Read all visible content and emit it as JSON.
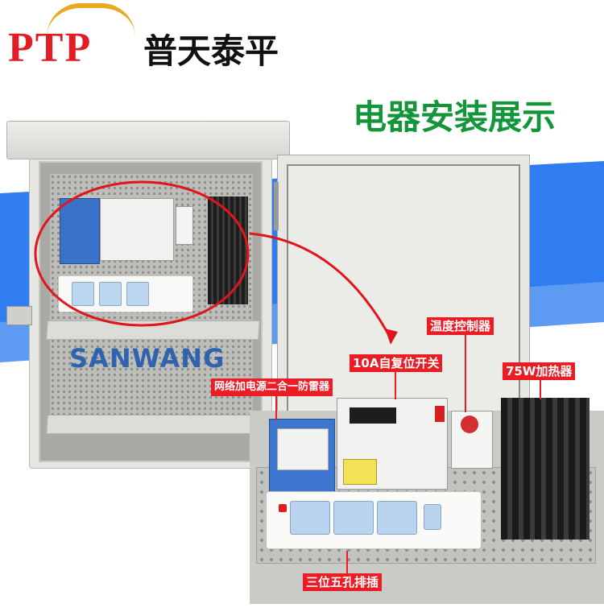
{
  "brand": {
    "logo_letters": "PTP",
    "name_cn": "普天泰平",
    "colors": {
      "logo_red": "#e01e24",
      "logo_arc": "#e8a820"
    }
  },
  "title": "电器安装展示",
  "title_color": "#13963a",
  "cabinet": {
    "watermark": "SANWANG"
  },
  "callouts": {
    "thermostat": "温度控制器",
    "breaker": "10A自复位开关",
    "heater": "75W加热器",
    "surge_protector": "网络加电源二合一防雷器",
    "power_strip": "三位五孔排插"
  },
  "colors": {
    "label_bg": "#ec1c24",
    "band_blue": "#2f7df0",
    "cabinet_grey": "#e6e6e3"
  }
}
